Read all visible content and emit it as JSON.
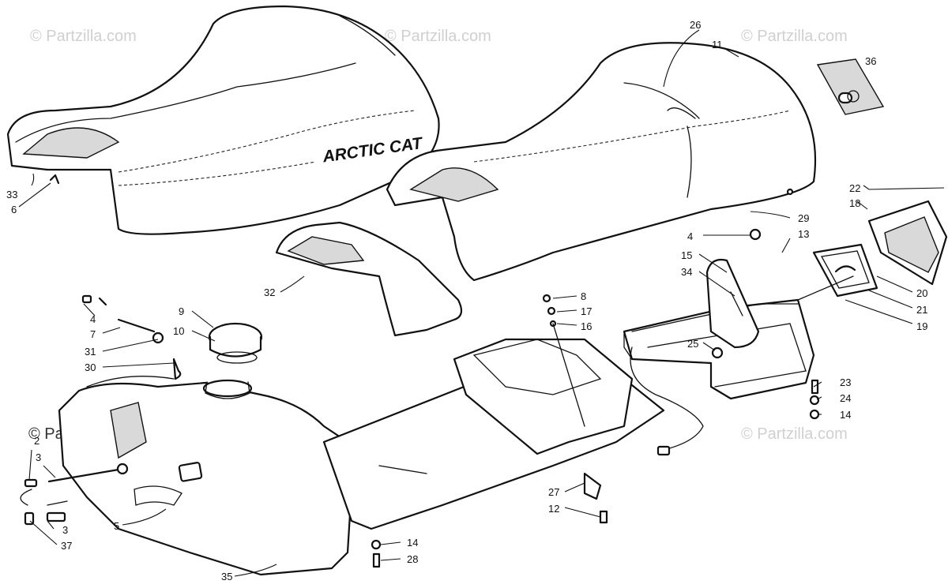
{
  "watermark": "© Partzilla.com",
  "brand_text": "ARCTIC CAT",
  "callouts": [
    {
      "id": "c33",
      "label": "33"
    },
    {
      "id": "c6",
      "label": "6"
    },
    {
      "id": "c26",
      "label": "26"
    },
    {
      "id": "c11",
      "label": "11"
    },
    {
      "id": "c36",
      "label": "36"
    },
    {
      "id": "c22",
      "label": "22"
    },
    {
      "id": "c18",
      "label": "18"
    },
    {
      "id": "c29",
      "label": "29"
    },
    {
      "id": "c4a",
      "label": "4"
    },
    {
      "id": "c13",
      "label": "13"
    },
    {
      "id": "c15",
      "label": "15"
    },
    {
      "id": "c34",
      "label": "34"
    },
    {
      "id": "c20",
      "label": "20"
    },
    {
      "id": "c21",
      "label": "21"
    },
    {
      "id": "c19",
      "label": "19"
    },
    {
      "id": "c25",
      "label": "25"
    },
    {
      "id": "c32",
      "label": "32"
    },
    {
      "id": "c8",
      "label": "8"
    },
    {
      "id": "c17",
      "label": "17"
    },
    {
      "id": "c16",
      "label": "16"
    },
    {
      "id": "c9",
      "label": "9"
    },
    {
      "id": "c10",
      "label": "10"
    },
    {
      "id": "c4b",
      "label": "4"
    },
    {
      "id": "c7",
      "label": "7"
    },
    {
      "id": "c31",
      "label": "31"
    },
    {
      "id": "c30",
      "label": "30"
    },
    {
      "id": "c23",
      "label": "23"
    },
    {
      "id": "c24",
      "label": "24"
    },
    {
      "id": "c14a",
      "label": "14"
    },
    {
      "id": "c2",
      "label": "2"
    },
    {
      "id": "c3a",
      "label": "3"
    },
    {
      "id": "c3b",
      "label": "3"
    },
    {
      "id": "c37",
      "label": "37"
    },
    {
      "id": "c5",
      "label": "5"
    },
    {
      "id": "c27",
      "label": "27"
    },
    {
      "id": "c12",
      "label": "12"
    },
    {
      "id": "c14b",
      "label": "14"
    },
    {
      "id": "c28",
      "label": "28"
    },
    {
      "id": "c35",
      "label": "35"
    }
  ]
}
